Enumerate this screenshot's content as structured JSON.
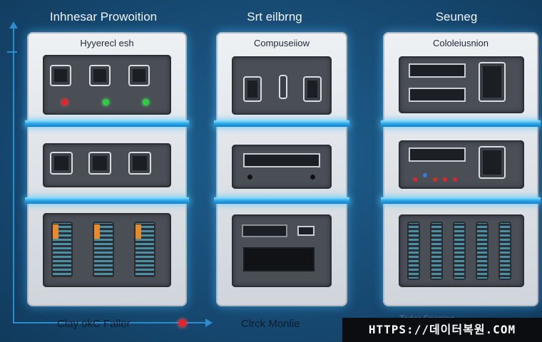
{
  "headings": {
    "left": "Inhnesar Prowoition",
    "center": "Srt eilbrng",
    "right": "Seuneg"
  },
  "panels": {
    "left": {
      "title": "Hyyerecl esh"
    },
    "center": {
      "title": "Compuseiiow"
    },
    "right": {
      "title": "Cololeiusnion"
    }
  },
  "bottom": {
    "left_label": "Clay okC Faller",
    "center_label": "Clrck Monlie"
  },
  "watermark": {
    "text": "HTTPS://데이터복원.COM",
    "ghost_text": "Toder Spening"
  },
  "colors": {
    "background": "#174b74",
    "accent": "#2aa7e8",
    "led_red": "#e0262a",
    "led_green": "#2ecc40"
  }
}
